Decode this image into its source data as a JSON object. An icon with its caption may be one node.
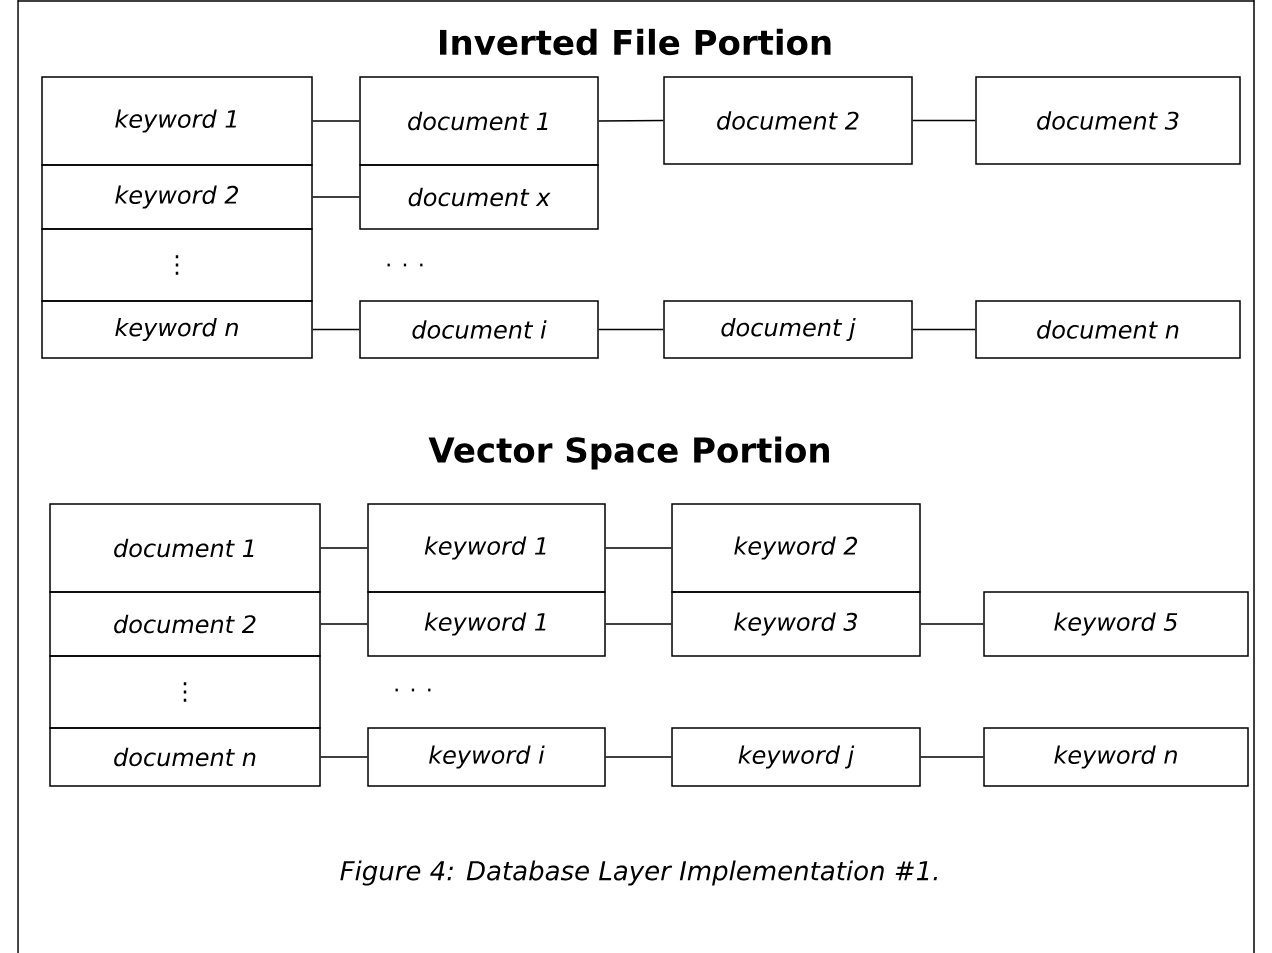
{
  "diagram": {
    "caption": "Figure 4: Database Layer Implementation #1.",
    "nodes": [
      {
        "text": [
          "keyword 1"
        ]
      },
      {
        "text": [
          "keyword 2"
        ]
      },
      {
        "text": [
          "⋮"
        ]
      },
      {
        "text": [
          "keyword n"
        ]
      },
      {
        "text": [
          "document 1"
        ]
      },
      {
        "text": [
          "document x"
        ]
      },
      {
        "text": [
          "document 2"
        ]
      },
      {
        "text": [
          "document 3"
        ]
      },
      {
        "text": [
          "document i"
        ]
      },
      {
        "text": [
          "document j"
        ]
      },
      {
        "text": [
          "document n"
        ]
      },
      {
        "text": [
          "document 1"
        ]
      },
      {
        "text": [
          "document 2"
        ]
      },
      {
        "text": [
          "⋮"
        ]
      },
      {
        "text": [
          "document n"
        ]
      },
      {
        "text": [
          "keyword 1"
        ]
      },
      {
        "text": [
          "keyword 1"
        ]
      },
      {
        "text": [
          "keyword 2"
        ]
      },
      {
        "text": [
          "keyword 3"
        ]
      },
      {
        "text": [
          "keyword 5"
        ]
      },
      {
        "text": [
          "keyword i"
        ]
      },
      {
        "text": [
          "keyword j"
        ]
      },
      {
        "text": [
          "keyword n"
        ]
      }
    ],
    "edges": [
      {
        "from": 0,
        "to": 4,
        "arrow": "none"
      },
      {
        "from": 1,
        "to": 5,
        "arrow": "none"
      },
      {
        "from": 3,
        "to": 8,
        "arrow": "none"
      },
      {
        "from": 4,
        "to": 6,
        "arrow": "none"
      },
      {
        "from": 6,
        "to": 7,
        "arrow": "none"
      },
      {
        "from": 8,
        "to": 9,
        "arrow": "none"
      },
      {
        "from": 9,
        "to": 10,
        "arrow": "none"
      },
      {
        "from": 11,
        "to": 15,
        "arrow": "none"
      },
      {
        "from": 12,
        "to": 16,
        "arrow": "none"
      },
      {
        "from": 14,
        "to": 20,
        "arrow": "none"
      },
      {
        "from": 15,
        "to": 17,
        "arrow": "none"
      },
      {
        "from": 16,
        "to": 18,
        "arrow": "none"
      },
      {
        "from": 18,
        "to": 19,
        "arrow": "none"
      },
      {
        "from": 20,
        "to": 21,
        "arrow": "none"
      },
      {
        "from": 21,
        "to": 22,
        "arrow": "none"
      }
    ],
    "labels": [
      "Inverted File Portion",
      ". . .",
      "Vector Space Portion",
      ". . ."
    ]
  }
}
